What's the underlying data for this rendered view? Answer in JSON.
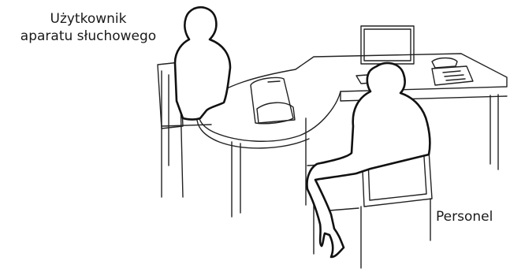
{
  "labels": {
    "hearing_aid_user": {
      "line1": "Użytkownik",
      "line2": "aparatu słuchowego"
    },
    "staff": "Personel"
  },
  "colors": {
    "background": "#ffffff",
    "line": "#222222",
    "text": "#1a1a1a"
  },
  "objects": [
    "desk",
    "monitor",
    "keyboard",
    "telephone",
    "tabletop-microphone-device",
    "chair-user",
    "chair-staff",
    "silhouette-user",
    "silhouette-staff"
  ]
}
